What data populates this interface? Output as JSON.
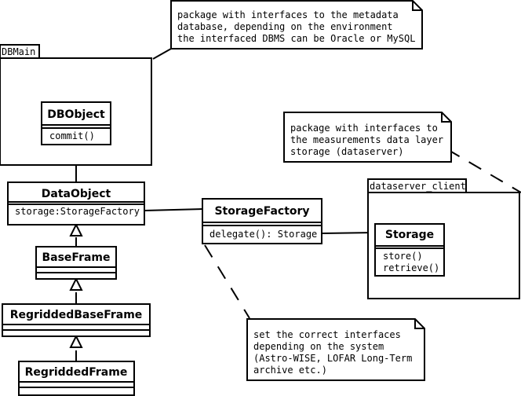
{
  "packages": {
    "dbmain": {
      "name": "DBMain"
    },
    "dataserver_client": {
      "name": "dataserver_client"
    }
  },
  "classes": {
    "dbobject": {
      "name": "DBObject",
      "members": [
        "commit()"
      ]
    },
    "dataobject": {
      "name": "DataObject",
      "members": [
        "storage:StorageFactory"
      ]
    },
    "storagefactory": {
      "name": "StorageFactory",
      "members": [
        "delegate(): Storage"
      ]
    },
    "storage": {
      "name": "Storage",
      "members": [
        "store()",
        "retrieve()"
      ]
    },
    "baseframe": {
      "name": "BaseFrame",
      "members": []
    },
    "regriddedbaseframe": {
      "name": "RegriddedBaseFrame",
      "members": []
    },
    "regriddedframe": {
      "name": "RegriddedFrame",
      "members": []
    }
  },
  "notes": {
    "metadata": {
      "lines": [
        "package with interfaces to the metadata",
        "database, depending on the environment",
        "the interfaced DBMS can be Oracle or MySQL"
      ]
    },
    "dataserver": {
      "lines": [
        "package with interfaces to",
        "the measurements data layer",
        "storage (dataserver)"
      ]
    },
    "system": {
      "lines": [
        "set the correct interfaces",
        "depending on the system",
        "(Astro-WISE, LOFAR Long-Term",
        "archive etc.)"
      ]
    }
  }
}
